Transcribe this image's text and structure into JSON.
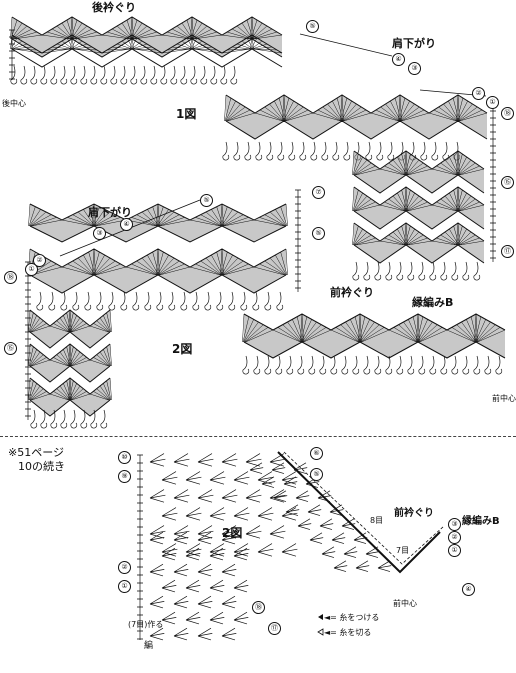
{
  "fig1": {
    "title": "1図",
    "back_neck": "後衿ぐり",
    "shoulder": "肩下がり",
    "back_center": "後中心",
    "row_marks": [
      "⑤",
      "④",
      "③",
      "②",
      "①",
      "⑱",
      "⑮",
      "⑰"
    ]
  },
  "fig2": {
    "title": "2図",
    "shoulder": "肩下がり",
    "front_neck": "前衿ぐり",
    "edging": "縁編みB",
    "front_center": "前中心",
    "row_marks": [
      "⑦",
      "⑤",
      "⑤",
      "④",
      "③",
      "②",
      "①",
      "⑱",
      "⑮"
    ]
  },
  "continuation": {
    "note_line1": "※51ページ",
    "note_line2": "10の続き",
    "title": "2図",
    "front_neck": "前衿ぐり",
    "edging": "縁編みB",
    "row8": "8目",
    "row7": "7目",
    "front_center": "前中心",
    "make_start": "(7目)作る",
    "row_marks": [
      "⑩",
      "⑨",
      "⑥",
      "⑤",
      "②",
      "①",
      "⑱",
      "⑰",
      "③",
      "②",
      "①",
      "④"
    ],
    "legend_attach": "◄= 糸をつける",
    "legend_cut": "◄= 糸を切る",
    "start_mark": "編"
  },
  "colors": {
    "ink": "#111111",
    "shade": "#9a9a9a",
    "paper": "#ffffff"
  }
}
